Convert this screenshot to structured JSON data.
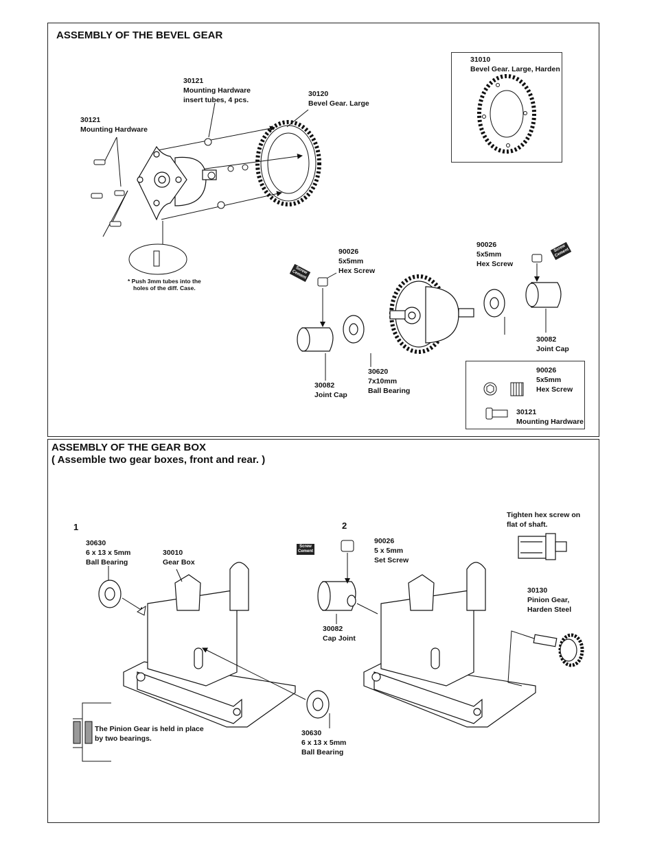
{
  "bevel": {
    "title": "ASSEMBLY OF THE BEVEL GEAR",
    "labels": {
      "hw_tubes": [
        "30121",
        "Mounting Hardware",
        "insert tubes, 4 pcs."
      ],
      "bevel_large": [
        "30120",
        "Bevel Gear. Large"
      ],
      "mount_hw": [
        "30121",
        "Mounting Hardware"
      ],
      "bevel_harden": [
        "31010",
        "Bevel Gear. Large, Harden"
      ],
      "hex_left": [
        "90026",
        "5x5mm",
        "Hex Screw"
      ],
      "hex_right": [
        "90026",
        "5x5mm",
        "Hex Screw"
      ],
      "jointcap_right": [
        "30082",
        "Joint Cap"
      ],
      "bearing": [
        "30620",
        "7x10mm",
        "Ball Bearing"
      ],
      "jointcap_left": [
        "30082",
        "Joint Cap"
      ],
      "note": [
        "* Push 3mm tubes into the",
        "holes of the diff. Case."
      ]
    },
    "legend": {
      "hex": [
        "90026",
        "5x5mm",
        "Hex Screw"
      ],
      "hw": [
        "30121",
        "Mounting Hardware"
      ]
    },
    "cement": [
      "Screw",
      "Cement"
    ]
  },
  "gearbox": {
    "title": [
      "ASSEMBLY OF THE GEAR BOX",
      "( Assemble two gear boxes, front and rear. )"
    ],
    "step1": "1",
    "step2": "2",
    "labels": {
      "bearing_top": [
        "30630",
        "6 x 13 x 5mm",
        "Ball Bearing"
      ],
      "gear_box": [
        "30010",
        "Gear Box"
      ],
      "bearing_bottom": [
        "30630",
        "6 x 13 x 5mm",
        "Ball Bearing"
      ],
      "set_screw": [
        "90026",
        "5 x 5mm",
        " Set Screw"
      ],
      "cap_joint": [
        "30082",
        "Cap Joint"
      ],
      "tighten": [
        "Tighten hex screw on",
        "flat of shaft."
      ],
      "pinion": [
        "30130",
        "Pinion Gear,",
        "Harden Steel"
      ],
      "pinion_note": [
        "The Pinion Gear is held in place",
        "by two bearings."
      ]
    },
    "cement": [
      "Screw",
      "Cement"
    ]
  }
}
